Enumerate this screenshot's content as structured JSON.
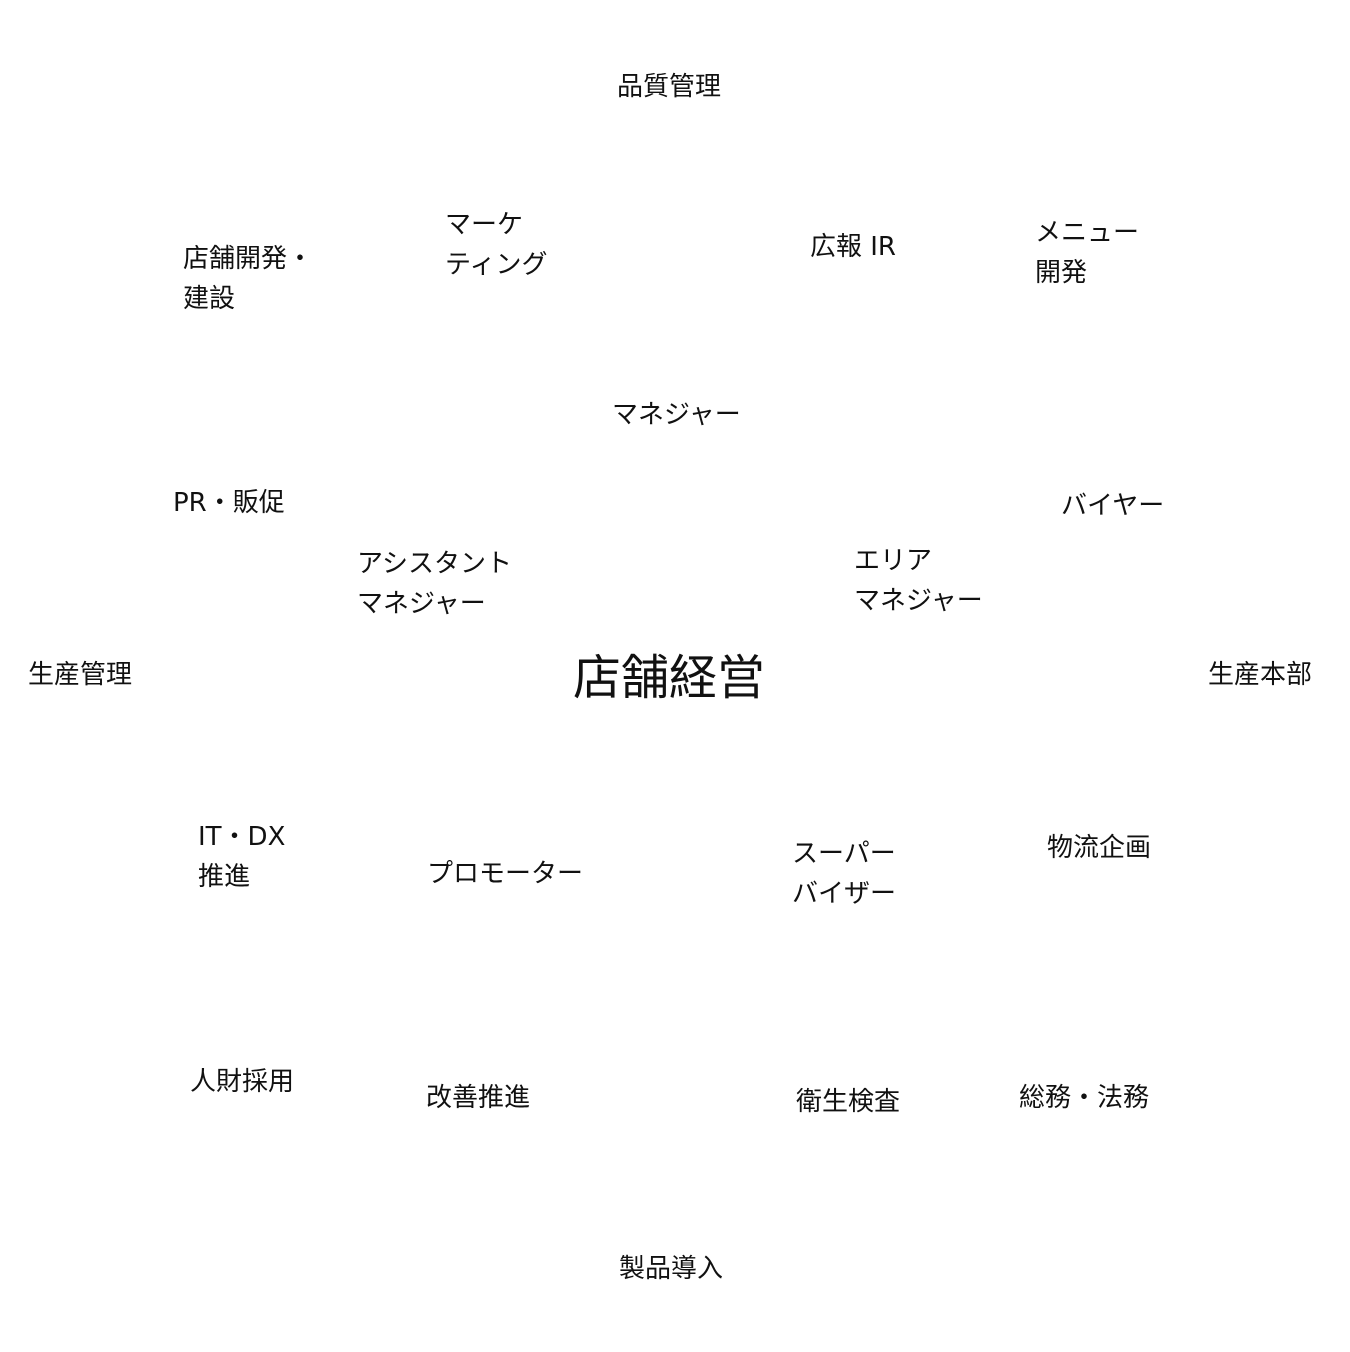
{
  "center": {
    "label": "店舗経営"
  },
  "nodes": {
    "quality": [
      "品質管理"
    ],
    "store_dev": [
      "店舗開発・",
      "建設"
    ],
    "marketing": [
      "マーケ",
      "ティング"
    ],
    "pr_ir": [
      "広報 IR"
    ],
    "menu_dev": [
      "メニュー",
      "開発"
    ],
    "manager": [
      "マネジャー"
    ],
    "pr_promo": [
      "PR・販促"
    ],
    "buyer": [
      "バイヤー"
    ],
    "asst_manager": [
      "アシスタント",
      "マネジャー"
    ],
    "area_manager": [
      "エリア",
      "マネジャー"
    ],
    "prod_mgmt": [
      "生産管理"
    ],
    "prod_hq": [
      "生産本部"
    ],
    "it_dx": [
      "IT・DX",
      "推進"
    ],
    "promoter": [
      "プロモーター"
    ],
    "supervisor": [
      "スーパー",
      "バイザー"
    ],
    "logistics": [
      "物流企画"
    ],
    "hr": [
      "人財採用"
    ],
    "improvement": [
      "改善推進"
    ],
    "hygiene": [
      "衛生検査"
    ],
    "general": [
      "総務・法務"
    ],
    "product_intro": [
      "製品導入"
    ]
  }
}
